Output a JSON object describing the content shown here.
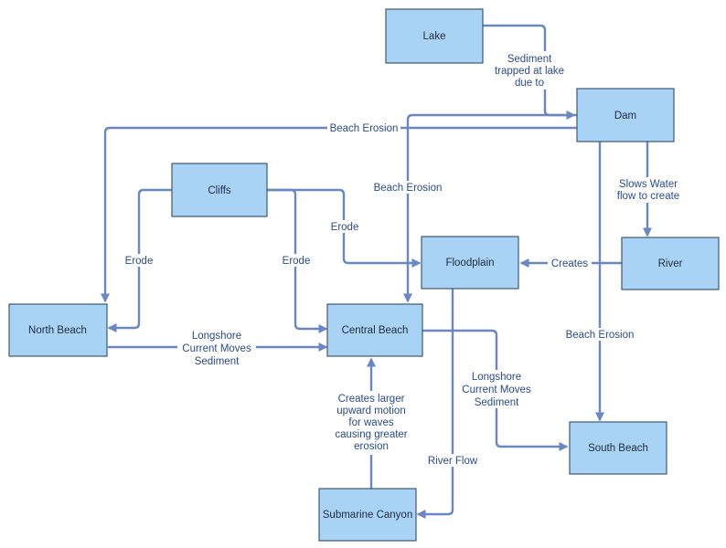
{
  "nodes": {
    "lake": "Lake",
    "dam": "Dam",
    "cliffs": "Cliffs",
    "floodplain": "Floodplain",
    "river": "River",
    "north_beach": "North Beach",
    "central_beach": "Central Beach",
    "south_beach": "South Beach",
    "submarine_canyon": "Submarine Canyon"
  },
  "edges": {
    "lake_dam": [
      "Sediment",
      "trapped at lake",
      "due to"
    ],
    "dam_north": [
      "Beach Erosion"
    ],
    "dam_central": [
      "Beach Erosion"
    ],
    "dam_river": [
      "Slows Water",
      "flow to create"
    ],
    "dam_south": [
      "Beach Erosion"
    ],
    "cliffs_floodplain": [
      "Erode"
    ],
    "cliffs_north": [
      "Erode"
    ],
    "cliffs_central": [
      "Erode"
    ],
    "river_floodplain": [
      "Creates"
    ],
    "north_central": [
      "Longshore",
      "Current Moves",
      "Sediment"
    ],
    "central_south": [
      "Longshore",
      "Current Moves",
      "Sediment"
    ],
    "floodplain_canyon": [
      "River Flow"
    ],
    "canyon_central": [
      "Creates larger",
      "upward motion",
      "for waves",
      "causing greater",
      "erosion"
    ]
  }
}
